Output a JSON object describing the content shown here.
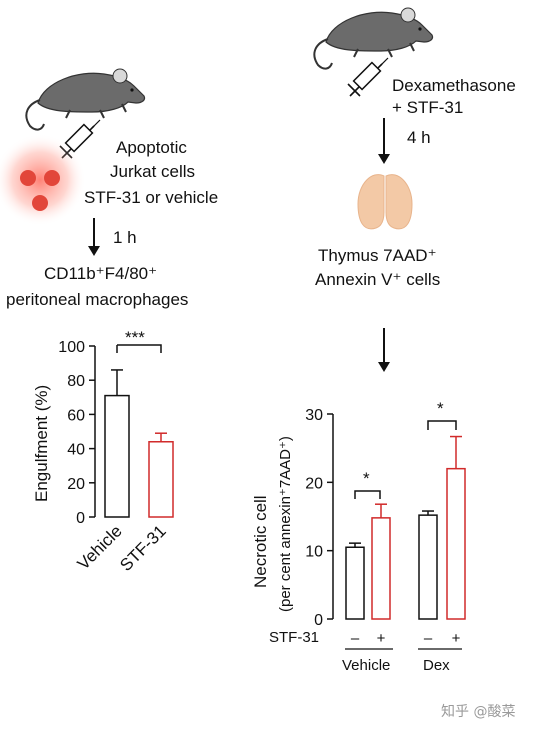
{
  "left_panel": {
    "treatment_label_1": "Apoptotic",
    "treatment_label_2": "Jurkat cells",
    "treatment_label_3": "STF-31 or vehicle",
    "time_label": "1 h",
    "target_label_1": "CD11b⁺F4/80⁺",
    "target_label_2": "peritoneal macrophages"
  },
  "right_panel": {
    "treatment_label_1": "Dexamethasone",
    "treatment_label_2": "+ STF-31",
    "time_label": "4 h",
    "target_label_1": "Thymus 7AAD⁺",
    "target_label_2": "Annexin V⁺ cells"
  },
  "watermark": "知乎 @酸菜",
  "colors": {
    "black": "#111111",
    "red": "#d12a2a",
    "lung": "#f3c9a6",
    "mouse": "#6b6b6b"
  },
  "chart_data": [
    {
      "type": "bar",
      "categories": [
        "Vehicle",
        "STF-31"
      ],
      "values": [
        71,
        44
      ],
      "errors": [
        15,
        5
      ],
      "bar_colors": [
        "#111111",
        "#d12a2a"
      ],
      "ylabel": "Engulfment (%)",
      "xlabel": "",
      "ylim": [
        0,
        100
      ],
      "yticks": [
        0,
        20,
        40,
        60,
        80,
        100
      ],
      "significance": "***"
    },
    {
      "type": "bar",
      "groups": [
        "Vehicle",
        "Dex"
      ],
      "row_label": "STF-31",
      "sign_labels": [
        "–",
        "+",
        "–",
        "+"
      ],
      "values": [
        10.5,
        14.8,
        15.2,
        22
      ],
      "errors": [
        0.6,
        2,
        0.6,
        4.7
      ],
      "bar_colors": [
        "#111111",
        "#d12a2a",
        "#111111",
        "#d12a2a"
      ],
      "ylabel_line1": "Necrotic cell",
      "ylabel_line2": "(per cent annexin⁺7AAD⁺)",
      "xlabel": "",
      "ylim": [
        0,
        30
      ],
      "yticks": [
        0,
        10,
        20,
        30
      ],
      "significance": [
        "*",
        "*"
      ]
    }
  ]
}
